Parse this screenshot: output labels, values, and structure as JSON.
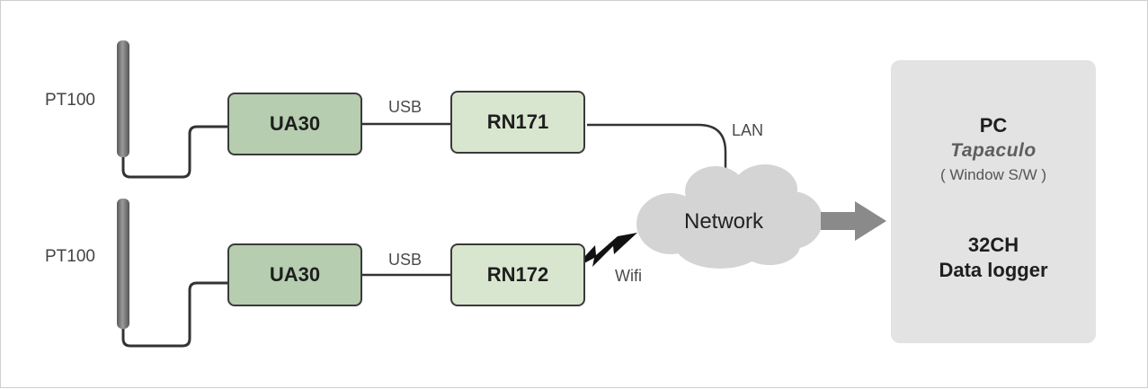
{
  "sensors": [
    "PT100",
    "PT100"
  ],
  "converters": [
    "UA30",
    "UA30"
  ],
  "modules": [
    "RN171",
    "RN172"
  ],
  "connections": {
    "usb_top": "USB",
    "usb_bottom": "USB",
    "lan": "LAN",
    "wifi": "Wifi"
  },
  "network": {
    "label": "Network"
  },
  "pc": {
    "title": "PC",
    "software": "Tapaculo",
    "software_note": "( Window S/W )",
    "channels": "32CH",
    "role": "Data logger"
  },
  "colors": {
    "converter_fill": "#b6cdb0",
    "module_fill": "#d9e6cf",
    "cloud_fill": "#d4d4d4",
    "arrow": "#8a8a8a",
    "pc_panel": "#e3e3e3"
  }
}
